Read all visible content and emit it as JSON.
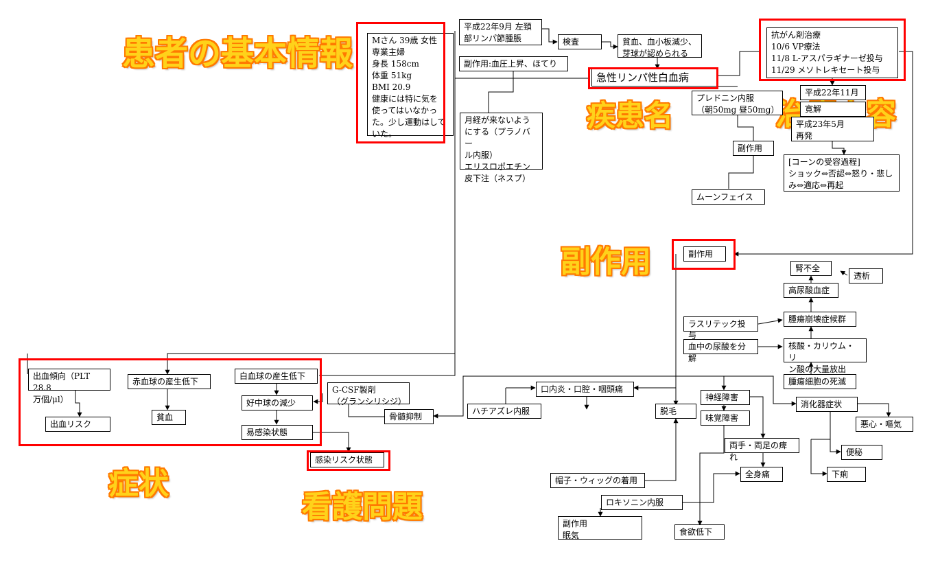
{
  "categories": {
    "patient_info": "患者の基本情報",
    "disease": "疾患名",
    "treatment": "治療内容",
    "side_effect": "副作用",
    "symptoms": "症状",
    "nursing": "看護問題"
  },
  "nodes": {
    "patient": "Mさん 39歳 女性\n専業主婦\n身長 158cm\n体重 51kg\nBMI 20.9\n健康には特に気を\n使ってはいなかっ\nた。少し運動はして\nいた。",
    "onset": "平成22年9月 左頚\n部リンパ節腫脹",
    "exam": "検査",
    "findings": "貧血、血小板減少、\n芽球が認められる",
    "side_bp": "副作用:血圧上昇、ほてり",
    "menses": "月経が来ないよう\nにする（プラノバー\nル内服）\nエリスロポエチン\n皮下注（ネスプ）",
    "diagnosis": "急性リンパ性白血病",
    "chemo": "抗がん剤治療\n10/6 VP療法\n11/8 L-アスパラギナーゼ投与\n11/29 メソトレキセート投与",
    "h22_11": "平成22年11月",
    "remission": "寛解",
    "relapse": "平成23年5月\n再発",
    "acceptance": "[コーンの受容過程]\nショック⇔否認⇔怒り・悲し\nみ⇔適応⇔再起",
    "prednisolone": "プレドニン内服\n（朝50mg 昼50mg）",
    "side_pred": "副作用",
    "moonface": "ムーンフェイス",
    "side_main": "副作用",
    "renal": "腎不全",
    "dialysis": "透析",
    "hyperuric": "高尿酸血症",
    "rasuritek": "ラスリテック投与",
    "tls": "腫瘍崩壊症候群",
    "uric_decomp": "血中の尿酸を分解",
    "release": "核酸・カリウム・リ\nン酸の大量放出",
    "tumor_death": "腫瘍細胞の死滅",
    "bleeding": "出血傾向（PLT 28.8\n万個/μl）",
    "bleed_risk": "出血リスク",
    "rbc_down": "赤血球の産生低下",
    "anemia": "貧血",
    "wbc_down": "白血球の産生低下",
    "neutro": "好中球の減少",
    "infect_state": "易感染状態",
    "gcsf": "G-CSF製剤\n（グランシリシジ）",
    "marrow": "骨髄抑制",
    "infect_risk": "感染リスク状態",
    "hachi": "ハチアズレ内服",
    "stomatitis": "口内炎・口腔・咽頭痛",
    "alopecia": "脱毛",
    "hat": "帽子・ウィッグの着用",
    "neuro": "神経障害",
    "taste": "味覚障害",
    "numb": "両手・両足の痺れ",
    "pain": "全身痛",
    "loxonin": "ロキソニン内服",
    "side_lox": "副作用\n眠気",
    "appetite": "食欲低下",
    "gi": "消化器症状",
    "nausea": "悪心・嘔気",
    "constipation": "便秘",
    "diarrhea": "下痢"
  }
}
